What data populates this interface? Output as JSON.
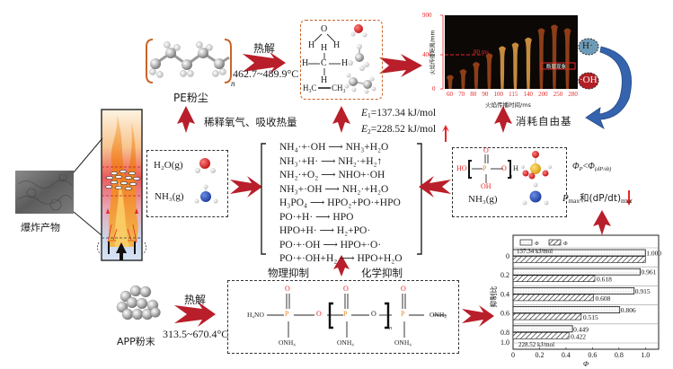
{
  "pe": {
    "label": "PE粉尘",
    "subscript_n": "n",
    "pyrolysis_label": "热解",
    "temp_range": "462.7~489.9°C"
  },
  "pe_products": {
    "water": {
      "o": "O",
      "h1": "H",
      "h2": "H"
    },
    "methane": {
      "c": "C",
      "h": "H"
    },
    "ethane": {
      "left": "H",
      "left_sub": "3",
      "left_c": "C",
      "right": "CH",
      "right_sub": "3"
    }
  },
  "flame_chart": {
    "ylabel": "火焰传播距离/mm",
    "xlabel": "火焰传播时间/ms",
    "yticks": [
      "900",
      "400",
      "0"
    ],
    "xticks": [
      "60",
      "70",
      "80",
      "90",
      "100",
      "115",
      "140",
      "200",
      "250",
      "280"
    ],
    "marker_label": "80 ms",
    "annotation": "断层现象"
  },
  "radicals": {
    "h": "H·",
    "oh": "·OH"
  },
  "labels": {
    "dilute": "稀释氧气、吸收热量",
    "consume": "消耗自由基",
    "physical": "物理抑制",
    "chemical": "化学抑制",
    "explosion_product": "爆炸产物"
  },
  "activation": {
    "e1_sym": "E",
    "e1_sub": "1",
    "e1_val": "=137.34 kJ/mol",
    "e2_sym": "E",
    "e2_sub": "2",
    "e2_val": "=228.52 kJ/mol",
    "e2_trend": "↑"
  },
  "gases_box": {
    "h2o": "H₂O(g)",
    "nh3": "NH₃(g)"
  },
  "reactions": [
    "NH₄·+·OH ⟶ NH₃+H₂O",
    "NH₃·+H· ⟶ NH₂·+H₂↑",
    "NH₂·+O₂ ⟶ NHO+·OH",
    "NH₃+·OH ⟶ NH₂·+H₂O",
    "H₃PO₄ ⟶ HPO₂+PO·+HPO",
    "PO·+H· ⟶ HPO",
    "HPO+H· ⟶ H₂+PO·",
    "PO·+·OH ⟶ HPO+·O·",
    "PO·+·OH+H₂ ⟶ HPO+H₂O"
  ],
  "acid_box": {
    "ho": "HO",
    "p": "P",
    "o_top": "O",
    "o_chain": "O",
    "oh": "OH",
    "h_end": "H",
    "n": "n",
    "nh3": "NH₃(g)"
  },
  "inhibition_text": {
    "phi_rel": "Φ_P<Φ_(dP/dt)",
    "phi_sym": "Φ",
    "phi_sub1": "P",
    "lt": "<",
    "phi_sub2": "(dP/dt)",
    "pmax_text": "P",
    "pmax_sub": "max",
    "and": "和(dP/dt)",
    "and_sub": "max",
    "trend": "↓"
  },
  "app": {
    "label": "APP粉末",
    "pyrolysis_label": "热解",
    "temp_range": "313.5~670.4°C",
    "formula": {
      "left": "H₄NO",
      "p": "P",
      "o": "O",
      "onh4": "ONH₄",
      "right": "ONH₄",
      "n": "n"
    }
  },
  "chart_data": {
    "type": "bar",
    "orientation": "horizontal",
    "title": "",
    "ylabel": "抑制比",
    "xlabel": "Φ",
    "categories": [
      "0",
      "0.2",
      "0.4",
      "0.6",
      "0.8",
      "1.0"
    ],
    "xlim": [
      0,
      1.1
    ],
    "xticks": [
      "0",
      "0.2",
      "0.4",
      "0.6",
      "0.8",
      "1.0"
    ],
    "series": [
      {
        "name": "Φ_P",
        "legend_sym": "Φ",
        "legend_sub": "P",
        "pattern": "light",
        "values": [
          1.0,
          0.961,
          0.915,
          0.806,
          0.449,
          null
        ]
      },
      {
        "name": "Φ_(dP/dt)",
        "legend_sym": "Φ",
        "legend_sub": "(dP/dt)",
        "pattern": "hatched",
        "values": [
          1.0,
          0.618,
          0.608,
          0.515,
          0.422,
          null
        ]
      }
    ],
    "data_labels": {
      "series1": [
        "1.000",
        "0.961",
        "0.915",
        "0.806",
        "0.449"
      ],
      "series2": [
        "",
        "0.618",
        "0.608",
        "0.515",
        "0.422"
      ]
    },
    "annotations": [
      "137.34 kJ/mol",
      "228.52 kJ/mol"
    ],
    "legend": "top",
    "grid": true
  }
}
